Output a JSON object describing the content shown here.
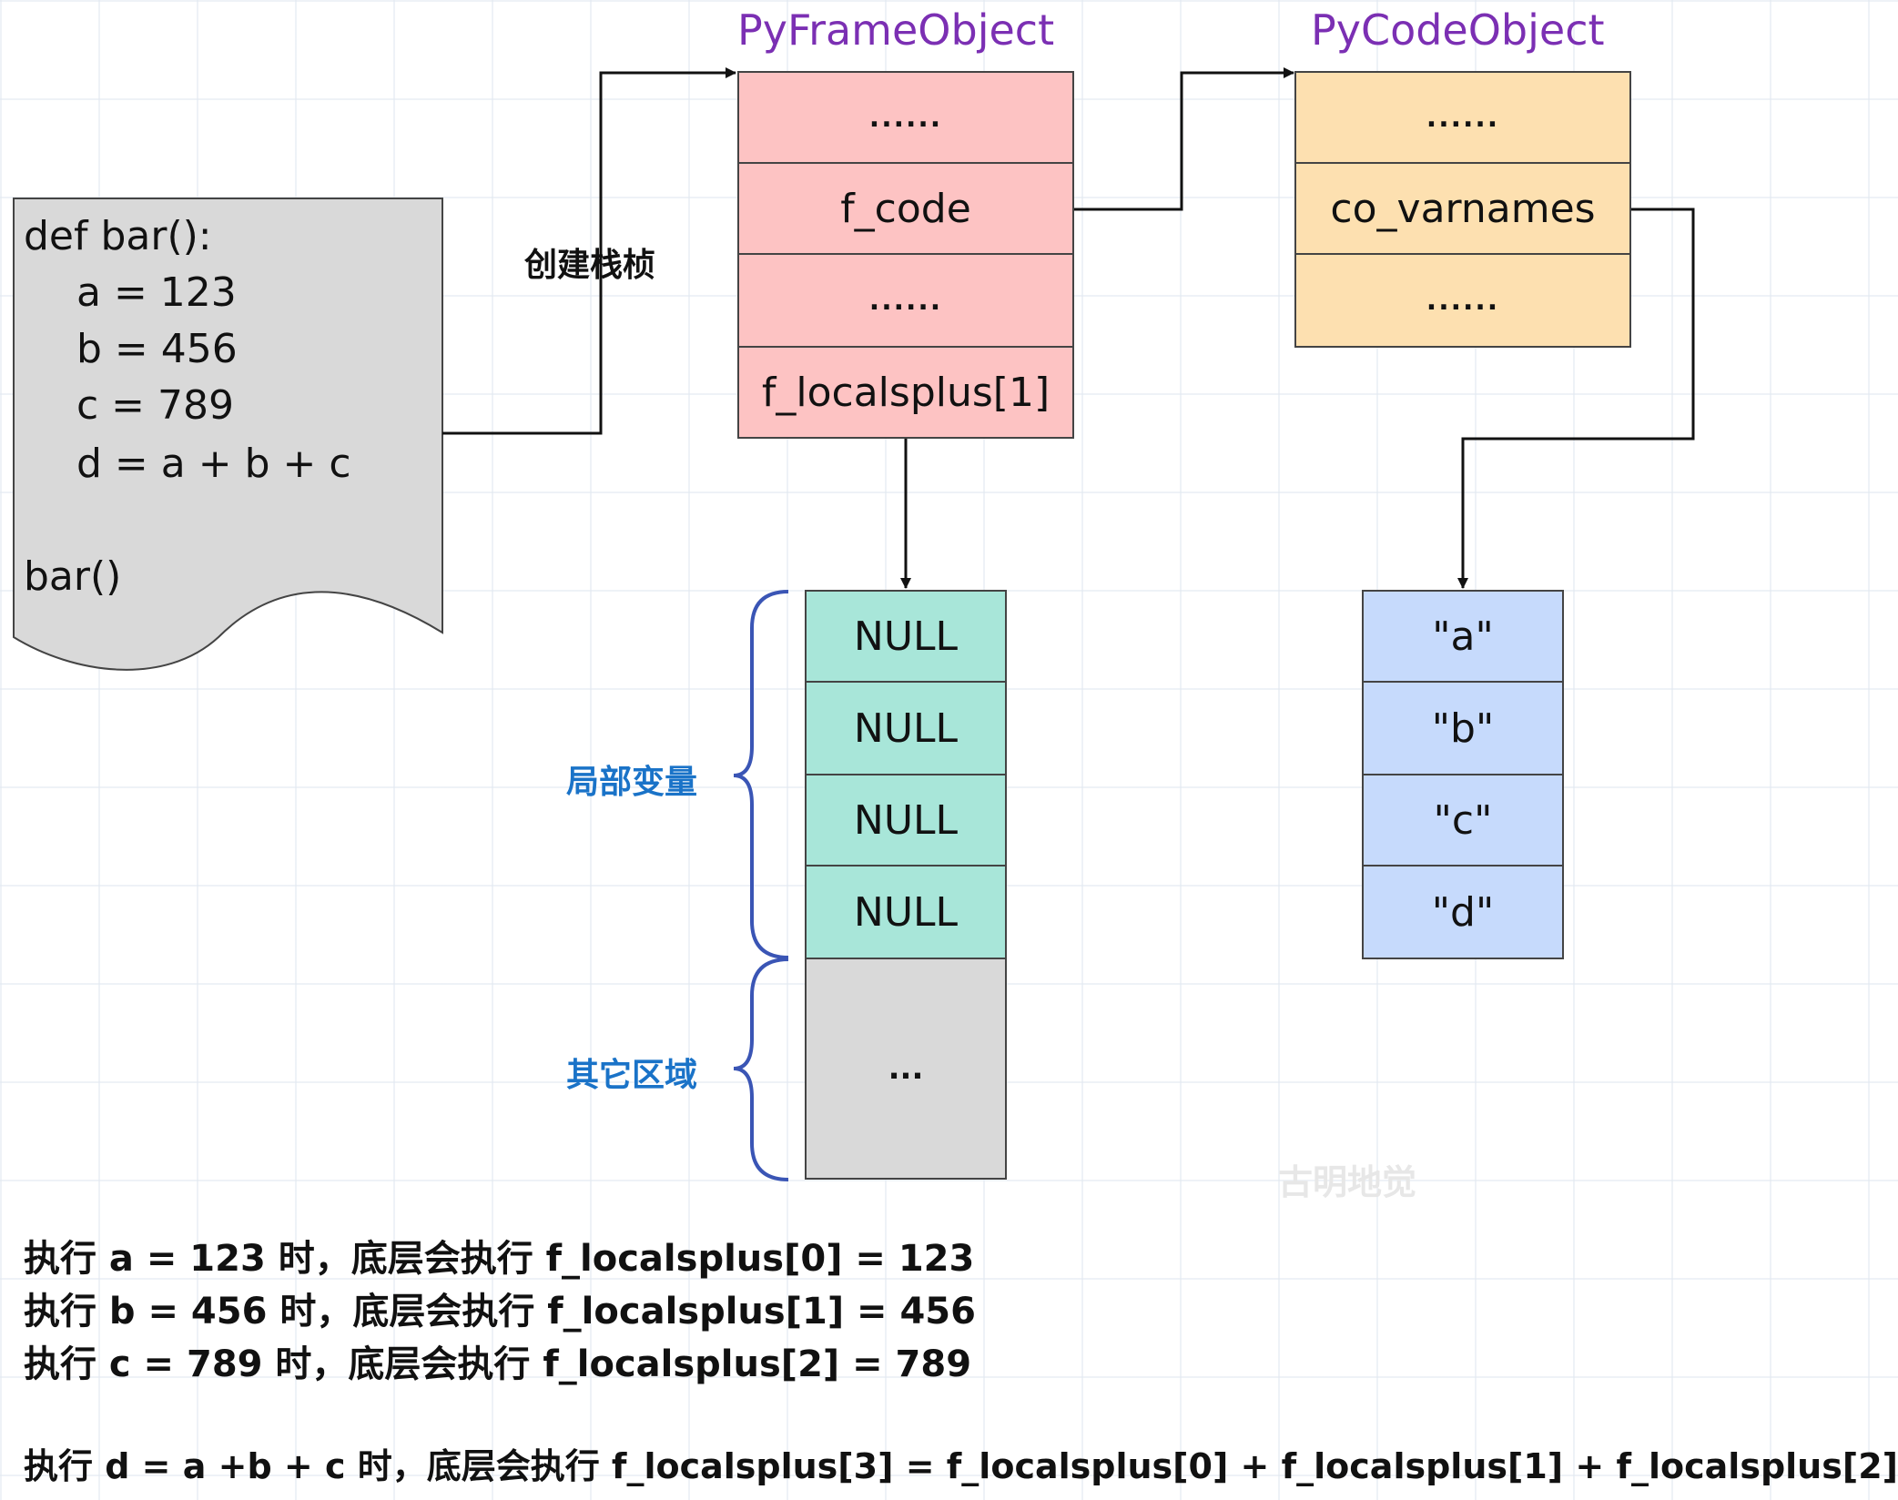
{
  "frame_object": {
    "title": "PyFrameObject",
    "fields": [
      "......",
      "f_code",
      "......",
      "f_localsplus[1]"
    ]
  },
  "code_object": {
    "title": "PyCodeObject",
    "fields": [
      "......",
      "co_varnames",
      "......"
    ]
  },
  "source_code": {
    "lines": [
      "def bar():",
      "a = 123",
      "b = 456",
      "c = 789",
      "d = a + b + c",
      "",
      "bar()"
    ]
  },
  "arrow_label": "创建栈桢",
  "localsplus": {
    "slots": [
      "NULL",
      "NULL",
      "NULL",
      "NULL"
    ],
    "other": "...",
    "locals_label": "局部变量",
    "other_label": "其它区域"
  },
  "varnames": [
    "\"a\"",
    "\"b\"",
    "\"c\"",
    "\"d\""
  ],
  "watermark": "古明地觉",
  "notes": [
    "执行 a = 123 时，底层会执行 f_localsplus[0] = 123",
    "执行 b = 456 时，底层会执行 f_localsplus[1] = 456",
    "执行 c = 789 时，底层会执行 f_localsplus[2] = 789",
    "执行 d = a +b + c 时，底层会执行 f_localsplus[3] = f_localsplus[0] + f_localsplus[1] + f_localsplus[2]"
  ],
  "colors": {
    "frame_fill": "#fdc3c3",
    "code_fill": "#fde0b0",
    "locals_fill": "#a8e6d9",
    "varnames_fill": "#c6dafc",
    "other_fill": "#d9d9d9",
    "title_color": "#7b2fb3",
    "label_blue": "#1a73c8",
    "brace_color": "#3a55b5"
  }
}
